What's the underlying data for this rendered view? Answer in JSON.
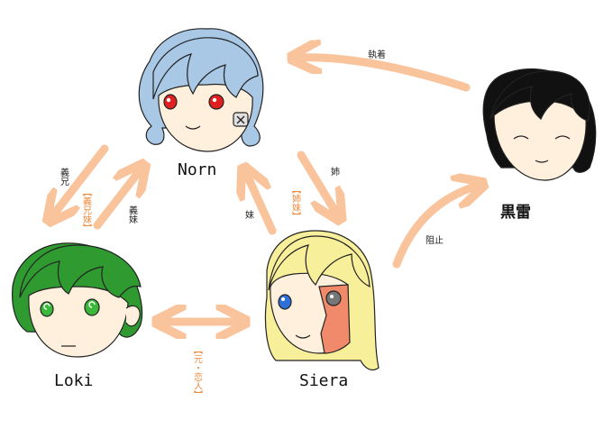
{
  "characters": {
    "norn": {
      "name": "Norn",
      "hair": "#a9c8e6",
      "eye": "#e02020"
    },
    "kurorai": {
      "name": "黒雷",
      "hair": "#111111"
    },
    "loki": {
      "name": "Loki",
      "hair": "#2f9a2f",
      "eye": "#39b839"
    },
    "siera": {
      "name": "Siera",
      "hair": "#f8ef9a",
      "eye_left": "#2f6fd8",
      "eye_right": "#777777",
      "patch": "#f08a6a"
    }
  },
  "edges": {
    "kurorai_to_norn": {
      "label": "執着"
    },
    "norn_to_loki": {
      "label": "義兄"
    },
    "norn_loki_bracket": {
      "label": "【義兄妹】"
    },
    "loki_to_norn": {
      "label": "義妹"
    },
    "siera_to_norn": {
      "label": "妹"
    },
    "norn_siera_bracket": {
      "label": "【姉妹】"
    },
    "norn_to_siera": {
      "label": "姉"
    },
    "siera_to_kurorai": {
      "label": "阻止"
    },
    "loki_siera_bracket": {
      "label": "【元・恋人】"
    }
  },
  "colors": {
    "arrow": "#f9c39b",
    "bracket_text": "#f08a3c",
    "skin": "#fff0dd",
    "outline": "#222222"
  }
}
